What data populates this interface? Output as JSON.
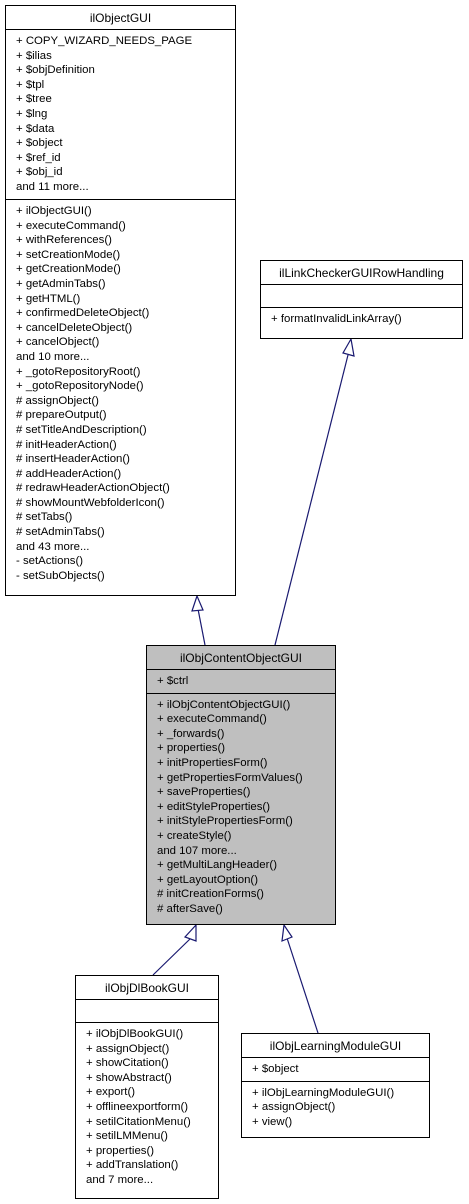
{
  "classes": {
    "ilObjectGUI": {
      "name": "ilObjectGUI",
      "attributes": [
        "+ COPY_WIZARD_NEEDS_PAGE",
        "+ $ilias",
        "+ $objDefinition",
        "+ $tpl",
        "+ $tree",
        "+ $lng",
        "+ $data",
        "+ $object",
        "+ $ref_id",
        "+ $obj_id",
        "and 11 more..."
      ],
      "methods": [
        "+ ilObjectGUI()",
        "+ executeCommand()",
        "+ withReferences()",
        "+ setCreationMode()",
        "+ getCreationMode()",
        "+ getAdminTabs()",
        "+ getHTML()",
        "+ confirmedDeleteObject()",
        "+ cancelDeleteObject()",
        "+ cancelObject()",
        "and 10 more...",
        "+ _gotoRepositoryRoot()",
        "+ _gotoRepositoryNode()",
        "# assignObject()",
        "# prepareOutput()",
        "# setTitleAndDescription()",
        "# initHeaderAction()",
        "# insertHeaderAction()",
        "# addHeaderAction()",
        "# redrawHeaderActionObject()",
        "# showMountWebfolderIcon()",
        "# setTabs()",
        "# setAdminTabs()",
        "and 43 more...",
        "- setActions()",
        "- setSubObjects()"
      ]
    },
    "ilLinkCheckerGUIRowHandling": {
      "name": "ilLinkCheckerGUIRowHandling",
      "attributes": [],
      "methods": [
        "+ formatInvalidLinkArray()"
      ]
    },
    "ilObjContentObjectGUI": {
      "name": "ilObjContentObjectGUI",
      "attributes": [
        "+ $ctrl"
      ],
      "methods": [
        "+ ilObjContentObjectGUI()",
        "+ executeCommand()",
        "+ _forwards()",
        "+ properties()",
        "+ initPropertiesForm()",
        "+ getPropertiesFormValues()",
        "+ saveProperties()",
        "+ editStyleProperties()",
        "+ initStylePropertiesForm()",
        "+ createStyle()",
        "and 107 more...",
        "+ getMultiLangHeader()",
        "+ getLayoutOption()",
        "# initCreationForms()",
        "# afterSave()"
      ]
    },
    "ilObjDlBookGUI": {
      "name": "ilObjDlBookGUI",
      "attributes": [],
      "methods": [
        "+ ilObjDlBookGUI()",
        "+ assignObject()",
        "+ showCitation()",
        "+ showAbstract()",
        "+ export()",
        "+ offlineexportform()",
        "+ setilCitationMenu()",
        "+ setilLMMenu()",
        "+ properties()",
        "+ addTranslation()",
        "and 7 more..."
      ]
    },
    "ilObjLearningModuleGUI": {
      "name": "ilObjLearningModuleGUI",
      "attributes": [
        "+ $object"
      ],
      "methods": [
        "+ ilObjLearningModuleGUI()",
        "+ assignObject()",
        "+ view()"
      ]
    }
  },
  "colors": {
    "box_fill": "#ffffff",
    "highlight_fill": "#bfbfbf",
    "edge": "#191970"
  }
}
